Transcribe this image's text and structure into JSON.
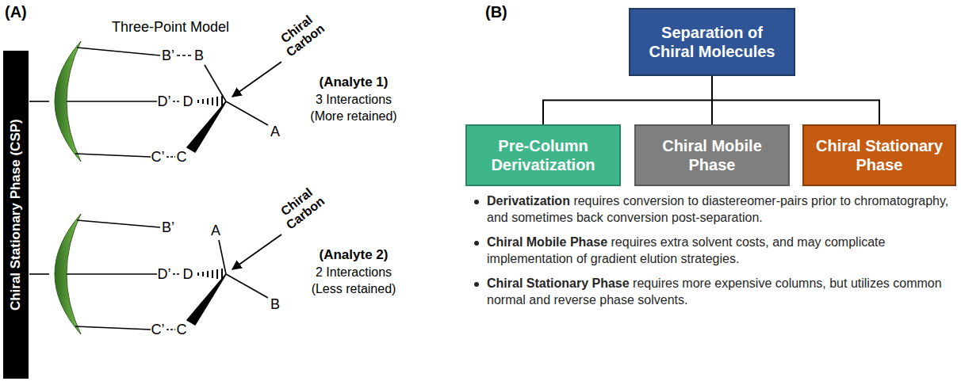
{
  "diagram": {
    "nodes": [
      {
        "text": [
          "Chiral Stationary Phase (CSP)"
        ]
      },
      {
        "text": [
          "Separation of Chiral Molecules"
        ]
      },
      {
        "text": [
          "Pre-Column Derivatization"
        ]
      },
      {
        "text": [
          "Chiral Mobile Phase"
        ]
      },
      {
        "text": [
          "Chiral Stationary Phase"
        ]
      }
    ],
    "edges": [
      {
        "from": 1,
        "to": 2,
        "arrow": "none"
      },
      {
        "from": 1,
        "to": 3,
        "arrow": "none"
      },
      {
        "from": 1,
        "to": 4,
        "arrow": "none"
      }
    ],
    "labels": [
      "(A)",
      "Three-Point Model",
      "B’",
      "B",
      "Chiral Carbon",
      "D’",
      "D",
      "C’",
      "C",
      "A",
      "(Analyte 1)",
      "3 Interactions",
      "(More retained)",
      "B’",
      "A",
      "Chiral Carbon",
      "D’",
      "D",
      "C’",
      "C",
      "B",
      "(Analyte 2)",
      "2 Interactions",
      "(Less retained)",
      "(B)",
      "Derivatization",
      "requires conversion to diastereomer-pairs prior to chromatography, and sometimes back conversion post-separation.",
      "Chiral Mobile Phase",
      "requires extra solvent costs, and may complicate implementation of gradient elution strategies.",
      "Chiral Stationary Phase",
      "requires more expensive columns, but utilizes common normal and reverse phase solvents."
    ]
  }
}
